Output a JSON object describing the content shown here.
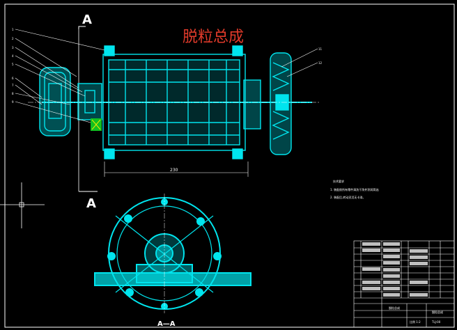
{
  "drawing": {
    "title": "脱粒总成",
    "section_mark_top": "A",
    "section_mark_bottom": "A",
    "section_label": "A—A",
    "dimension_width": "230",
    "colors": {
      "background": "#000000",
      "frame": "#ffffff",
      "part": "#00e5ee",
      "title": "#e03a2a",
      "accent_yellow": "#e8e800",
      "accent_green": "#10c020"
    }
  },
  "leaders_left": [
    "1",
    "2",
    "3",
    "4",
    "5",
    "6",
    "7",
    "8",
    "9"
  ],
  "leaders_right": [
    "11",
    "12"
  ],
  "tech_requirements": {
    "heading": "技术要求",
    "items": [
      "1. 装配前所有零件清洗干净并涂润滑油;",
      "2. 装配后,转动灵活无卡滞。"
    ]
  },
  "title_block": {
    "drawing_name": "脱粒总成",
    "drawing_no": "TLJ-00",
    "scale_label": "比例 1:2"
  }
}
